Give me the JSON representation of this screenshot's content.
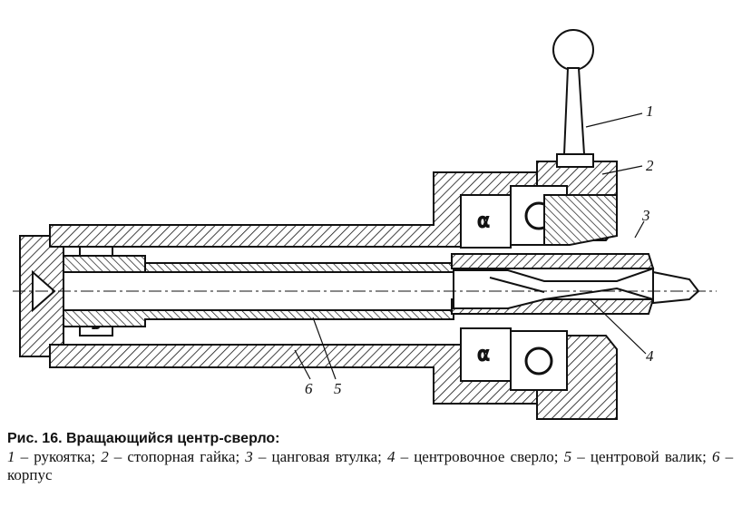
{
  "figure": {
    "title": "Рис. 16. Вращающийся центр-сверло:",
    "legend": [
      {
        "num": "1",
        "text": "рукоятка;"
      },
      {
        "num": "2",
        "text": "стопорная гайка;"
      },
      {
        "num": "3",
        "text": "цанговая втулка;"
      },
      {
        "num": "4",
        "text": "центровочное сверло;"
      },
      {
        "num": "5",
        "text": "центровой валик;"
      },
      {
        "num": "6",
        "text": "корпус"
      }
    ],
    "callouts": {
      "c1": "1",
      "c2": "2",
      "c3": "3",
      "c4": "4",
      "c5": "5",
      "c6": "6"
    }
  },
  "colors": {
    "ink": "#111111",
    "paper": "#ffffff"
  }
}
